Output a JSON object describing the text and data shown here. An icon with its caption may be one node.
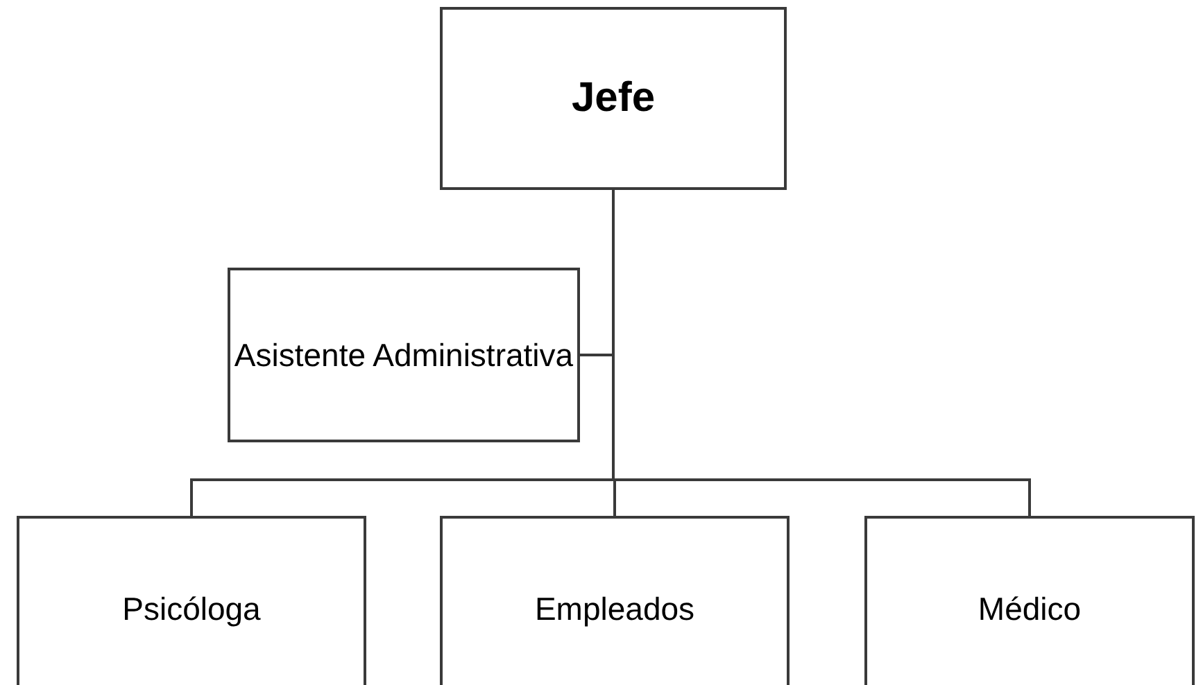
{
  "diagram": {
    "nodes": [
      {
        "text": [
          "Jefe"
        ]
      },
      {
        "text": [
          "Asistente Administrativa"
        ]
      },
      {
        "text": [
          "Psicóloga"
        ]
      },
      {
        "text": [
          "Empleados"
        ]
      },
      {
        "text": [
          "Médico"
        ]
      }
    ],
    "edges": [
      {
        "from": 0,
        "to": 1,
        "arrow": "none"
      },
      {
        "from": 0,
        "to": 2,
        "arrow": "none"
      },
      {
        "from": 0,
        "to": 3,
        "arrow": "none"
      },
      {
        "from": 0,
        "to": 4,
        "arrow": "none"
      }
    ]
  }
}
